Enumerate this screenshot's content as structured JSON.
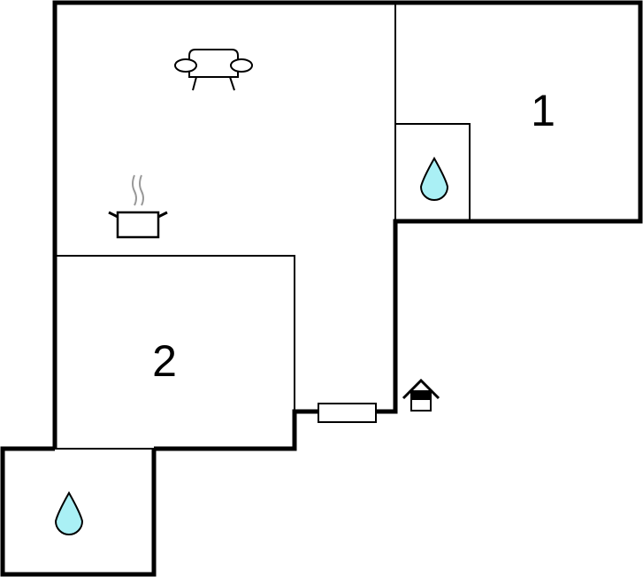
{
  "diagram": {
    "type": "floor-plan",
    "rooms": [
      {
        "id": "bedroom-1",
        "label": "1"
      },
      {
        "id": "bedroom-2",
        "label": "2"
      }
    ],
    "icons": [
      "sofa-icon",
      "cooking-pot-icon",
      "water-drop-icon",
      "water-drop-icon",
      "house-entrance-icon",
      "door-icon"
    ],
    "colors": {
      "wall": "#000000",
      "water_drop_fill": "#aaf0f5",
      "background": "#ffffff"
    }
  }
}
